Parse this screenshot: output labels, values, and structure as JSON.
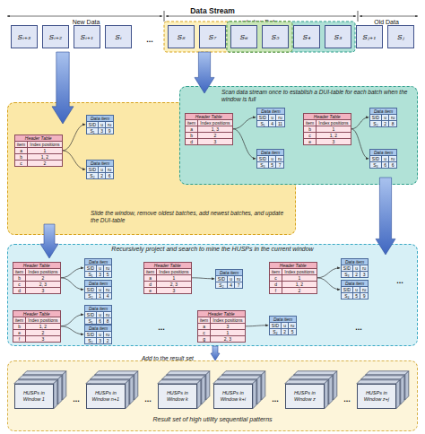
{
  "diagram": {
    "title": "Data Stream",
    "nodes": [
      {
        "text": [
          "Sᵢ₊₃"
        ]
      },
      {
        "text": [
          "Sᵢ₊₂"
        ]
      },
      {
        "text": [
          "Sᵢ₊₁"
        ]
      },
      {
        "text": [
          "Sᵢ"
        ]
      },
      {
        "text": [
          "S₈"
        ]
      },
      {
        "text": [
          "S₇"
        ]
      },
      {
        "text": [
          "S₆"
        ]
      },
      {
        "text": [
          "S₅"
        ]
      },
      {
        "text": [
          "S₄"
        ]
      },
      {
        "text": [
          "S₃"
        ]
      },
      {
        "text": [
          "Sⱼ₊₁"
        ]
      },
      {
        "text": [
          "Sⱼ"
        ]
      },
      {
        "text": [
          "Slide the window, remove oldest batches, add newest batches, and update the DUI-table"
        ]
      },
      {
        "text": [
          "Header Table",
          "item",
          "Index positions",
          "a",
          "1",
          "b",
          "1, 2",
          "c",
          "2"
        ],
        "in": 12
      },
      {
        "text": [
          "Data item",
          "SID",
          "u",
          "ru",
          "S₁",
          "3",
          "9"
        ],
        "in": 12
      },
      {
        "text": [
          "Data item",
          "SID",
          "u",
          "ru",
          "S₂",
          "2",
          "6"
        ],
        "in": 12
      },
      {
        "text": [
          "Scan data stream once to establish a DUI-table for each batch when the window is full"
        ]
      },
      {
        "text": [
          "Header Table",
          "item",
          "Index positions",
          "a",
          "1, 3",
          "b",
          "2",
          "d",
          "3"
        ],
        "in": 16
      },
      {
        "text": [
          "Data item",
          "SID",
          "u",
          "ru",
          "S₁",
          "4",
          "11"
        ],
        "in": 16
      },
      {
        "text": [
          "Data item",
          "SID",
          "u",
          "ru",
          "S₃",
          "5",
          "7"
        ],
        "in": 16
      },
      {
        "text": [
          "Header Table",
          "item",
          "Index positions",
          "b",
          "1",
          "c",
          "1, 2",
          "e",
          "3"
        ],
        "in": 16
      },
      {
        "text": [
          "Data item",
          "SID",
          "u",
          "ru",
          "S₂",
          "2",
          "8"
        ],
        "in": 16
      },
      {
        "text": [
          "Data item",
          "SID",
          "u",
          "ru",
          "S₃",
          "6",
          "6"
        ],
        "in": 16
      },
      {
        "text": [
          "Recursively project and search to mine the HUSPs in the current window"
        ]
      },
      {
        "text": [
          "Header Table",
          "item",
          "Index positions",
          "b",
          "2",
          "c",
          "2, 3",
          "d",
          "3"
        ],
        "in": 23
      },
      {
        "text": [
          "Data item",
          "SID",
          "u",
          "ru",
          "S₁",
          "3",
          "5"
        ],
        "in": 23
      },
      {
        "text": [
          "Data item",
          "SID",
          "u",
          "ru",
          "S₂",
          "1",
          "4"
        ],
        "in": 23
      },
      {
        "text": [
          "Header Table",
          "item",
          "Index positions",
          "a",
          "1",
          "d",
          "2, 3",
          "e",
          "3"
        ],
        "in": 23
      },
      {
        "text": [
          "Data item",
          "SID",
          "u",
          "ru",
          "S₂",
          "4",
          "7"
        ],
        "in": 23
      },
      {
        "text": [
          "Header Table",
          "item",
          "Index positions",
          "c",
          "1",
          "d",
          "1, 2",
          "f",
          "2"
        ],
        "in": 23
      },
      {
        "text": [
          "Data item",
          "SID",
          "u",
          "ru",
          "S₃",
          "2",
          "3"
        ],
        "in": 23
      },
      {
        "text": [
          "Data item",
          "SID",
          "u",
          "ru",
          "S₄",
          "5",
          "9"
        ],
        "in": 23
      },
      {
        "text": [
          "Header Table",
          "item",
          "Index positions",
          "b",
          "1, 2",
          "e",
          "2",
          "f",
          "3"
        ],
        "in": 23
      },
      {
        "text": [
          "Data item",
          "SID",
          "u",
          "ru",
          "S₁",
          "6",
          "8"
        ],
        "in": 23
      },
      {
        "text": [
          "Data item",
          "SID",
          "u",
          "ru",
          "S₂",
          "3",
          "2"
        ],
        "in": 23
      },
      {
        "text": [
          "Header Table",
          "item",
          "Index positions",
          "a",
          "3",
          "c",
          "1",
          "g",
          "2, 3"
        ],
        "in": 23
      },
      {
        "text": [
          "Data item",
          "SID",
          "u",
          "ru",
          "S₄",
          "2",
          "5"
        ],
        "in": 23
      },
      {
        "text": [
          "Result set of high utility sequential patterns"
        ]
      },
      {
        "text": [
          "HUSPs in Window 1"
        ],
        "in": 37
      },
      {
        "text": [
          "HUSPs in Window n+1"
        ],
        "in": 37
      },
      {
        "text": [
          "HUSPs in Window k"
        ],
        "in": 37
      },
      {
        "text": [
          "HUSPs in Window k+i"
        ],
        "in": 37
      },
      {
        "text": [
          "HUSPs in Window z"
        ],
        "in": 37
      },
      {
        "text": [
          "HUSPs in Window z+j"
        ],
        "in": 37
      }
    ],
    "edges": [
      {
        "from": 13,
        "to": 14,
        "arrow": "to"
      },
      {
        "from": 13,
        "to": 15,
        "arrow": "to"
      },
      {
        "from": 17,
        "to": 18,
        "arrow": "to"
      },
      {
        "from": 17,
        "to": 19,
        "arrow": "to"
      },
      {
        "from": 20,
        "to": 21,
        "arrow": "to"
      },
      {
        "from": 20,
        "to": 22,
        "arrow": "to"
      },
      {
        "from": 24,
        "to": 25,
        "arrow": "to"
      },
      {
        "from": 24,
        "to": 26,
        "arrow": "to"
      },
      {
        "from": 27,
        "to": 28,
        "arrow": "to"
      },
      {
        "from": 29,
        "to": 30,
        "arrow": "to"
      },
      {
        "from": 29,
        "to": 31,
        "arrow": "to"
      },
      {
        "from": 32,
        "to": 33,
        "arrow": "to"
      },
      {
        "from": 32,
        "to": 34,
        "arrow": "to"
      },
      {
        "from": 35,
        "to": 36,
        "arrow": "to"
      }
    ],
    "labels": [
      "New Data",
      "window Data",
      "Old Data",
      "...",
      "...",
      "...",
      "...",
      "Add to the result set",
      "...",
      "...",
      "...",
      "..."
    ]
  }
}
